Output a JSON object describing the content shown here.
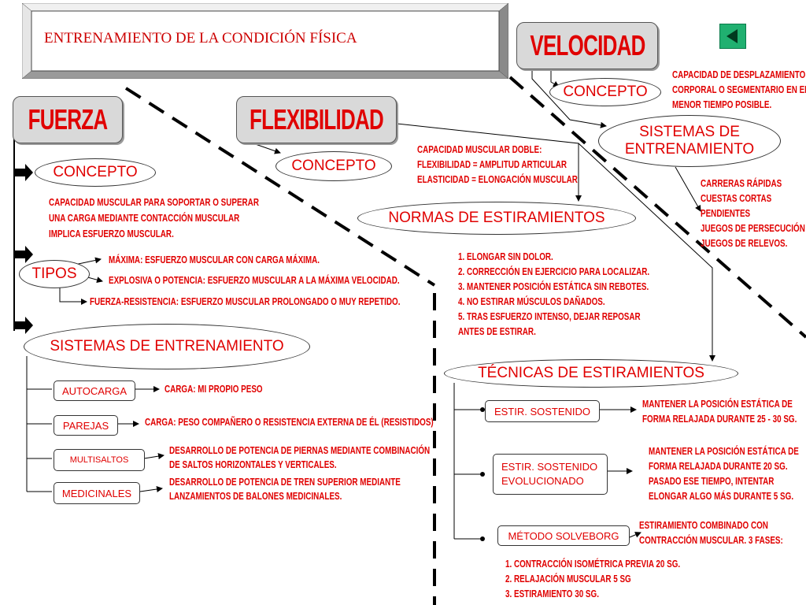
{
  "title": "ENTRENAMIENTO DE LA CONDICIÓN FÍSICA",
  "nav": {
    "back_icon": "play-left-icon"
  },
  "fuerza": {
    "header": "FUERZA",
    "concepto_label": "CONCEPTO",
    "concepto_text": [
      "CAPACIDAD MUSCULAR PARA SOPORTAR O SUPERAR",
      "UNA CARGA MEDIANTE CONTACCIÓN MUSCULAR",
      "IMPLICA ESFUERZO MUSCULAR."
    ],
    "tipos_label": "TIPOS",
    "tipos": [
      "MÁXIMA: ESFUERZO MUSCULAR CON CARGA MÁXIMA.",
      "EXPLOSIVA O POTENCIA:  ESFUERZO  MUSCULAR A LA MÁXIMA VELOCIDAD.",
      "FUERZA-RESISTENCIA:  ESFUERZO MUSCULAR PROLONGADO O MUY REPETIDO."
    ],
    "sistemas_label": "SISTEMAS DE ENTRENAMIENTO",
    "sistemas": [
      {
        "label": "AUTOCARGA",
        "desc": [
          "CARGA: MI PROPIO PESO"
        ]
      },
      {
        "label": "PAREJAS",
        "desc": [
          "CARGA:  PESO COMPAÑERO O RESISTENCIA EXTERNA DE ÉL (RESISTIDOS)"
        ]
      },
      {
        "label": "MULTISALTOS",
        "desc": [
          "DESARROLLO DE POTENCIA DE PIERNAS MEDIANTE COMBINACIÓN",
          "DE SALTOS HORIZONTALES Y VERTICALES."
        ]
      },
      {
        "label": "MEDICINALES",
        "desc": [
          "DESARROLLO DE POTENCIA DE TREN SUPERIOR MEDIANTE",
          "LANZAMIENTOS DE BALONES MEDICINALES."
        ]
      }
    ]
  },
  "flexibilidad": {
    "header": "FLEXIBILIDAD",
    "concepto_label": "CONCEPTO",
    "concepto_text": [
      "CAPACIDAD MUSCULAR DOBLE:",
      "FLEXIBILIDAD = AMPLITUD ARTICULAR",
      "ELASTICIDAD = ELONGACIÓN MUSCULAR"
    ],
    "normas_label": "NORMAS DE ESTIRAMIENTOS",
    "normas": [
      "1. ELONGAR SIN DOLOR.",
      "2. CORRECCIÓN EN EJERCICIO PARA LOCALIZAR.",
      "3. MANTENER POSICIÓN ESTÁTICA SIN REBOTES.",
      "4. NO ESTIRAR MÚSCULOS DAÑADOS.",
      "5. TRAS ESFUERZO INTENSO, DEJAR REPOSAR",
      "ANTES DE ESTIRAR."
    ],
    "tecnicas_label": "TÉCNICAS DE ESTIRAMIENTOS",
    "tecnicas": [
      {
        "label": "ESTIR. SOSTENIDO",
        "desc": [
          "MANTENER  LA POSICIÓN ESTÁTICA DE",
          "FORMA RELAJADA DURANTE 25 - 30 SG."
        ]
      },
      {
        "label": [
          "ESTIR. SOSTENIDO",
          "EVOLUCIONADO"
        ],
        "desc": [
          "MANTENER  LA POSICIÓN ESTÁTICA DE",
          "FORMA RELAJADA DURANTE 20 SG.",
          "PASADO ESE TIEMPO, INTENTAR",
          "ELONGAR ALGO MÁS DURANTE 5 SG."
        ]
      },
      {
        "label": "MÉTODO SOLVEBORG",
        "desc": [
          "ESTIRAMIENTO COMBINADO CON",
          "CONTRACCIÓN MUSCULAR. 3 FASES:"
        ],
        "fases": [
          "1. CONTRACCIÓN ISOMÉTRICA PREVIA 20 SG.",
          "2. RELAJACIÓN MUSCULAR 5 SG",
          "3. ESTIRAMIENTO 30 SG."
        ]
      }
    ]
  },
  "velocidad": {
    "header": "VELOCIDAD",
    "concepto_label": "CONCEPTO",
    "concepto_text": [
      "CAPACIDAD DE DESPLAZAMIENTO",
      "CORPORAL O SEGMENTARIO EN EL",
      "MENOR TIEMPO POSIBLE."
    ],
    "sistemas_label": [
      "SISTEMAS DE",
      "ENTRENAMIENTO"
    ],
    "sistemas": [
      "CARRERAS RÁPIDAS",
      "CUESTAS CORTAS",
      "PENDIENTES",
      "JUEGOS DE PERSECUCIÓN",
      "JUEGOS DE RELEVOS."
    ]
  }
}
